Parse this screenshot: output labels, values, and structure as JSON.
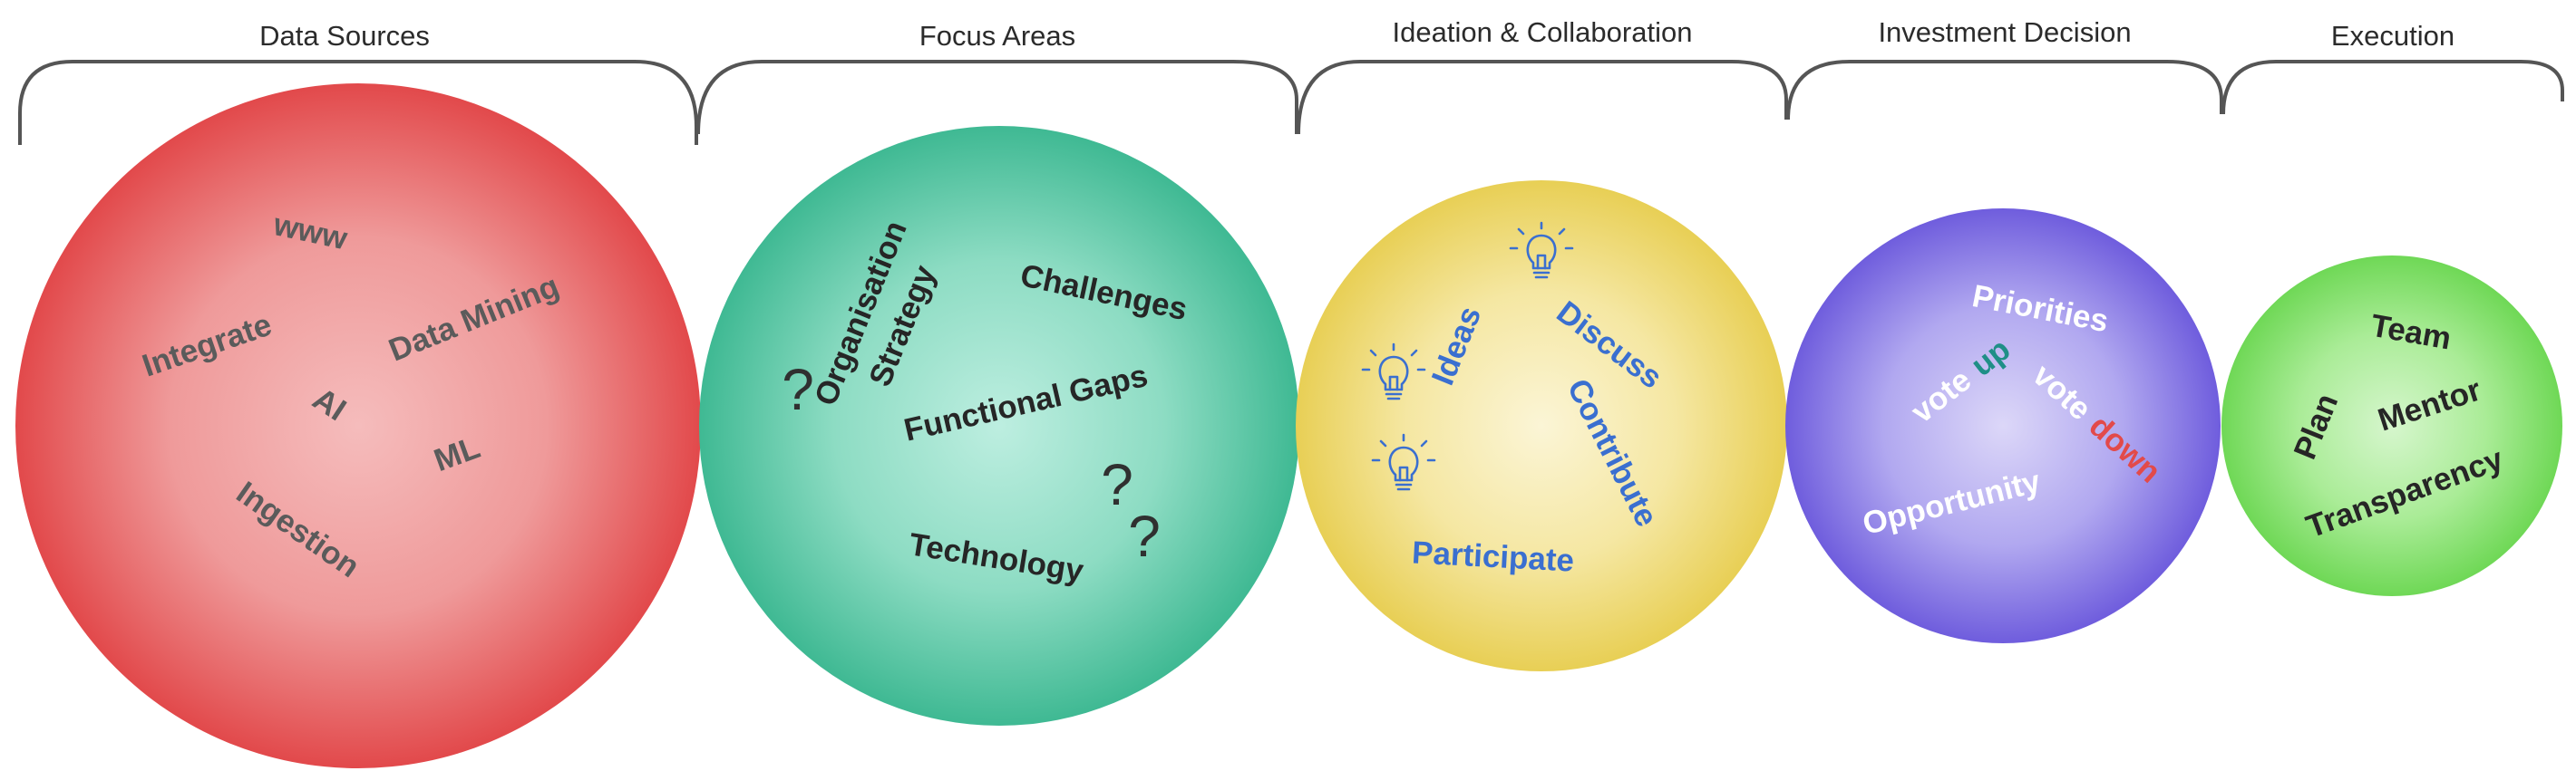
{
  "stages": {
    "data_sources": {
      "title": "Data Sources",
      "words": {
        "www": "www",
        "integrate": "Integrate",
        "data_mining": "Data Mining",
        "ai": "AI",
        "ml": "ML",
        "ingestion": "Ingestion"
      },
      "color": "#e8585a"
    },
    "focus_areas": {
      "title": "Focus Areas",
      "words": {
        "organisation": "Organisation",
        "strategy": "Strategy",
        "challenges": "Challenges",
        "functional_gaps": "Functional Gaps",
        "technology": "Technology"
      },
      "question_mark": "?",
      "color": "#4ec4a2"
    },
    "ideation": {
      "title": "Ideation & Collaboration",
      "words": {
        "ideas": "Ideas",
        "discuss": "Discuss",
        "contribute": "Contribute",
        "participate": "Participate"
      },
      "icon": "lightbulb-icon",
      "color": "#ecd45e"
    },
    "investment": {
      "title": "Investment Decision",
      "words": {
        "priorities": "Priorities",
        "vote": "vote",
        "up": "up",
        "down": "down",
        "opportunity": "Opportunity"
      },
      "color": "#7a68e4"
    },
    "execution": {
      "title": "Execution",
      "words": {
        "team": "Team",
        "plan": "Plan",
        "mentor": "Mentor",
        "transparency": "Transparency"
      },
      "color": "#78dd62"
    }
  }
}
